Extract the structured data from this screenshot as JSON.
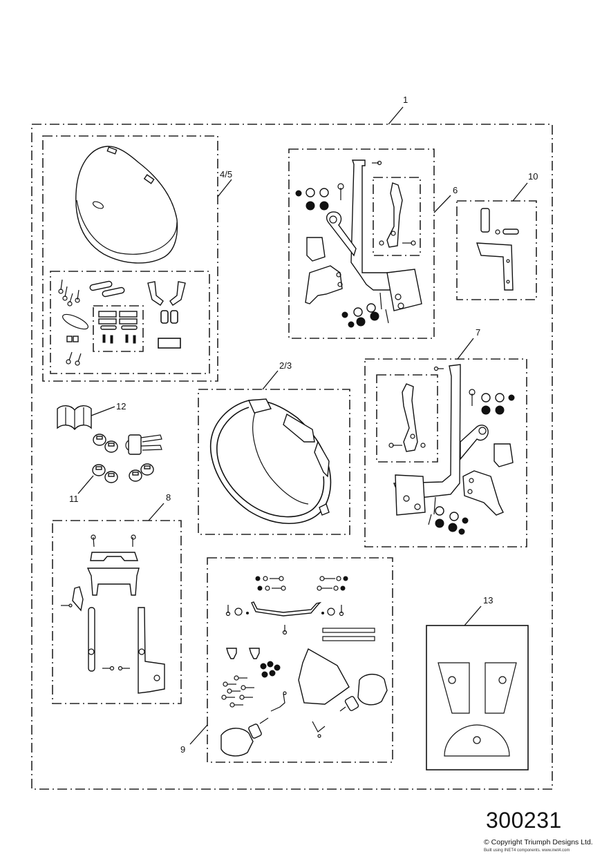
{
  "diagram": {
    "type": "exploded-parts-diagram",
    "reference_number": "300231",
    "copyright": "© Copyright Triumph Designs Ltd.",
    "built_using": "Built using INET4 components. www.inet4.com",
    "callouts": [
      {
        "id": "1",
        "label": "1",
        "description": "complete kit (outer group)"
      },
      {
        "id": "4-5",
        "label": "4/5",
        "description": "pannier lid with fittings kit"
      },
      {
        "id": "6",
        "label": "6",
        "description": "mounting bracket assembly (left)"
      },
      {
        "id": "10",
        "label": "10",
        "description": "latch bracket"
      },
      {
        "id": "7",
        "label": "7",
        "description": "mounting bracket assembly (right)"
      },
      {
        "id": "2-3",
        "label": "2/3",
        "description": "pannier body / frame"
      },
      {
        "id": "12",
        "label": "12",
        "description": "handbook"
      },
      {
        "id": "11",
        "label": "11",
        "description": "lock barrels and keys"
      },
      {
        "id": "8",
        "label": "8",
        "description": "rear support bracket kit"
      },
      {
        "id": "9",
        "label": "9",
        "description": "indicator relocation kit"
      },
      {
        "id": "13",
        "label": "13",
        "description": "template sheet"
      }
    ]
  }
}
